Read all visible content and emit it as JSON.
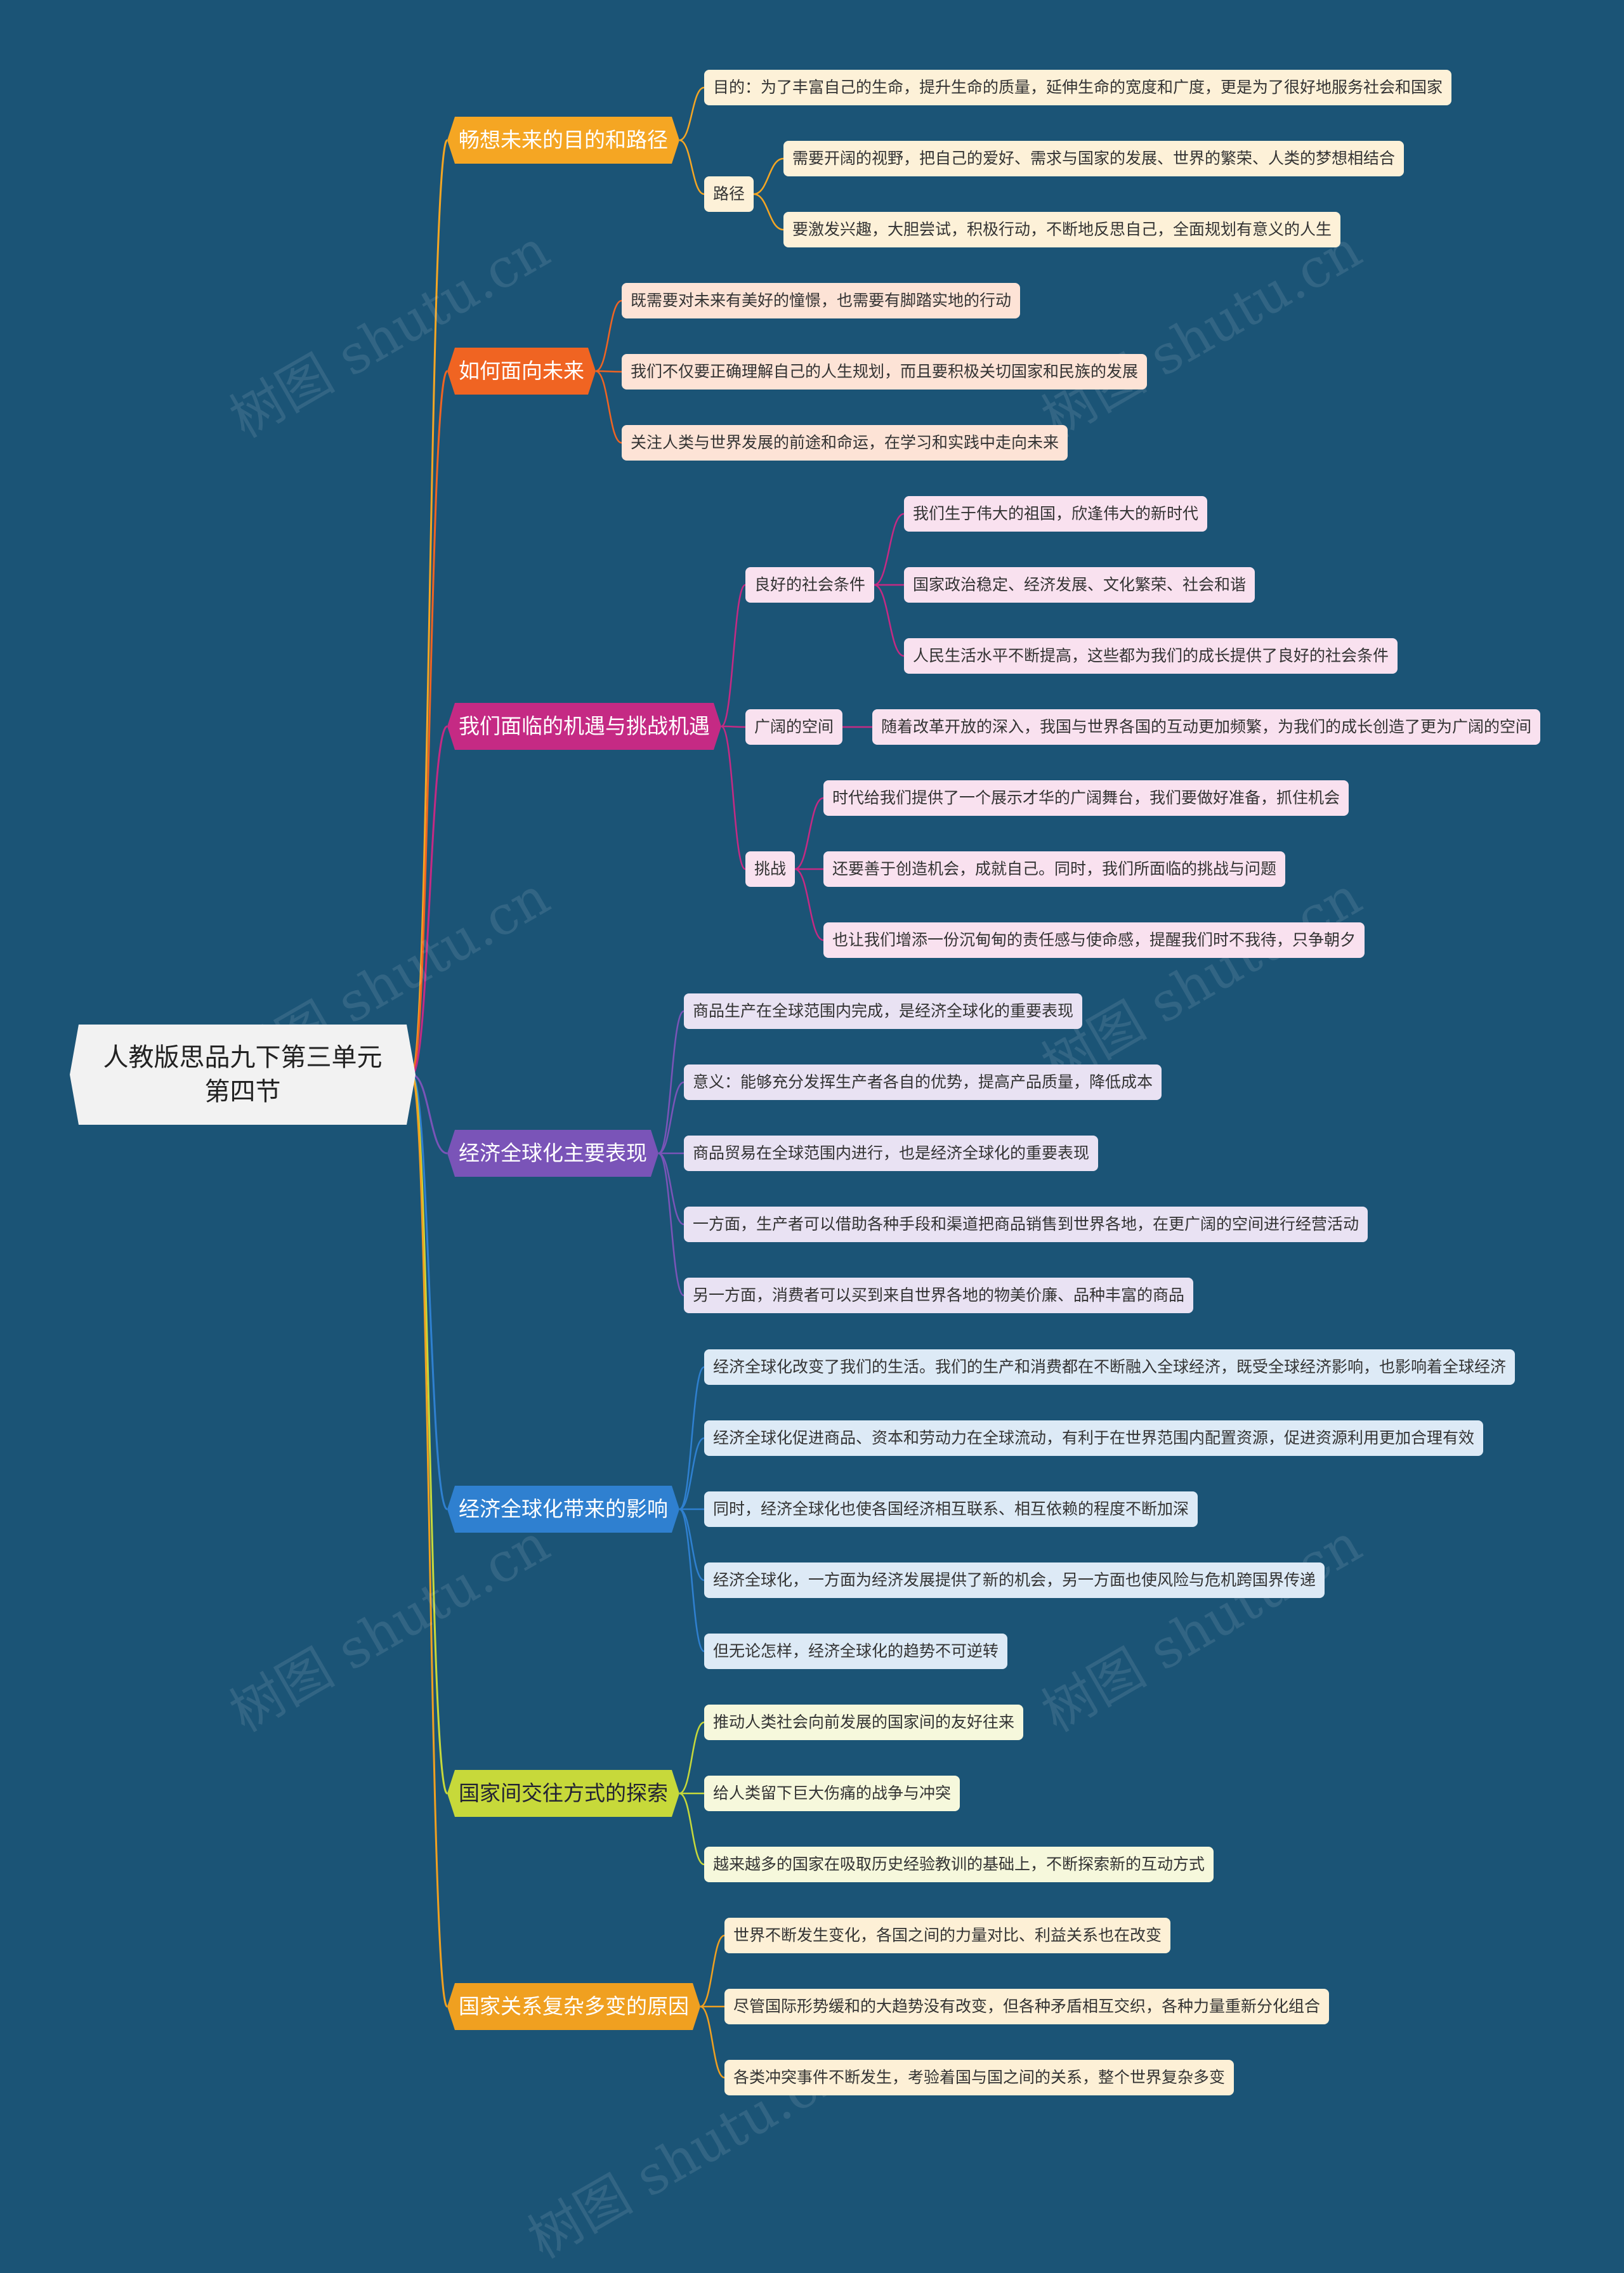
{
  "root": {
    "line1": "人教版思品九下第三单元",
    "line2": "第四节"
  },
  "watermarks": [
    "树图 shutu.cn",
    "树图 shutu.cn",
    "树图 shutu.cn",
    "树图 shutu.cn",
    "树图 shutu.cn",
    "树图 shutu.cn",
    "树图 shutu.cn"
  ],
  "colors": {
    "background": "#1b5476",
    "b1": "#f5a623",
    "b1_leaf": "#fdf1d8",
    "b2": "#f06422",
    "b2_leaf": "#fde3d6",
    "b3": "#c52a84",
    "b3_leaf": "#f9e1ef",
    "b4": "#7a54b8",
    "b4_leaf": "#e9e2f3",
    "b5": "#2f80d0",
    "b5_leaf": "#ddeaf6",
    "b6": "#c7d93a",
    "b6_leaf": "#f6f8dc",
    "b7": "#f0a020",
    "b7_leaf": "#fdf0d6"
  },
  "branches": [
    {
      "label": "畅想未来的目的和路径",
      "children": [
        {
          "label": "目的：为了丰富自己的生命，提升生命的质量，延伸生命的宽度和广度，更是为了很好地服务社会和国家"
        },
        {
          "label": "路径",
          "children": [
            {
              "label": "需要开阔的视野，把自己的爱好、需求与国家的发展、世界的繁荣、人类的梦想相结合"
            },
            {
              "label": "要激发兴趣，大胆尝试，积极行动，不断地反思自己，全面规划有意义的人生"
            }
          ]
        }
      ]
    },
    {
      "label": "如何面向未来",
      "children": [
        {
          "label": "既需要对未来有美好的憧憬，也需要有脚踏实地的行动"
        },
        {
          "label": "我们不仅要正确理解自己的人生规划，而且要积极关切国家和民族的发展"
        },
        {
          "label": "关注人类与世界发展的前途和命运，在学习和实践中走向未来"
        }
      ]
    },
    {
      "label": "我们面临的机遇与挑战机遇",
      "children": [
        {
          "label": "良好的社会条件",
          "children": [
            {
              "label": "我们生于伟大的祖国，欣逢伟大的新时代"
            },
            {
              "label": "国家政治稳定、经济发展、文化繁荣、社会和谐"
            },
            {
              "label": "人民生活水平不断提高，这些都为我们的成长提供了良好的社会条件"
            }
          ]
        },
        {
          "label": "广阔的空间",
          "children": [
            {
              "label": "随着改革开放的深入，我国与世界各国的互动更加频繁，为我们的成长创造了更为广阔的空间"
            }
          ]
        },
        {
          "label": "挑战",
          "children": [
            {
              "label": "时代给我们提供了一个展示才华的广阔舞台，我们要做好准备，抓住机会"
            },
            {
              "label": "还要善于创造机会，成就自己。同时，我们所面临的挑战与问题"
            },
            {
              "label": "也让我们增添一份沉甸甸的责任感与使命感，提醒我们时不我待，只争朝夕"
            }
          ]
        }
      ]
    },
    {
      "label": "经济全球化主要表现",
      "children": [
        {
          "label": "商品生产在全球范围内完成，是经济全球化的重要表现"
        },
        {
          "label": "意义：能够充分发挥生产者各自的优势，提高产品质量，降低成本"
        },
        {
          "label": "商品贸易在全球范围内进行，也是经济全球化的重要表现"
        },
        {
          "label": "一方面，生产者可以借助各种手段和渠道把商品销售到世界各地，在更广阔的空间进行经营活动"
        },
        {
          "label": "另一方面，消费者可以买到来自世界各地的物美价廉、品种丰富的商品"
        }
      ]
    },
    {
      "label": "经济全球化带来的影响",
      "children": [
        {
          "label": "经济全球化改变了我们的生活。我们的生产和消费都在不断融入全球经济，既受全球经济影响，也影响着全球经济"
        },
        {
          "label": "经济全球化促进商品、资本和劳动力在全球流动，有利于在世界范围内配置资源，促进资源利用更加合理有效"
        },
        {
          "label": "同时，经济全球化也使各国经济相互联系、相互依赖的程度不断加深"
        },
        {
          "label": "经济全球化，一方面为经济发展提供了新的机会，另一方面也使风险与危机跨国界传递"
        },
        {
          "label": "但无论怎样，经济全球化的趋势不可逆转"
        }
      ]
    },
    {
      "label": "国家间交往方式的探索",
      "children": [
        {
          "label": "推动人类社会向前发展的国家间的友好往来"
        },
        {
          "label": "给人类留下巨大伤痛的战争与冲突"
        },
        {
          "label": "越来越多的国家在吸取历史经验教训的基础上，不断探索新的互动方式"
        }
      ]
    },
    {
      "label": "国家关系复杂多变的原因",
      "children": [
        {
          "label": "世界不断发生变化，各国之间的力量对比、利益关系也在改变"
        },
        {
          "label": "尽管国际形势缓和的大趋势没有改变，但各种矛盾相互交织，各种力量重新分化组合"
        },
        {
          "label": "各类冲突事件不断发生，考验着国与国之间的关系，整个世界复杂多变"
        }
      ]
    }
  ]
}
